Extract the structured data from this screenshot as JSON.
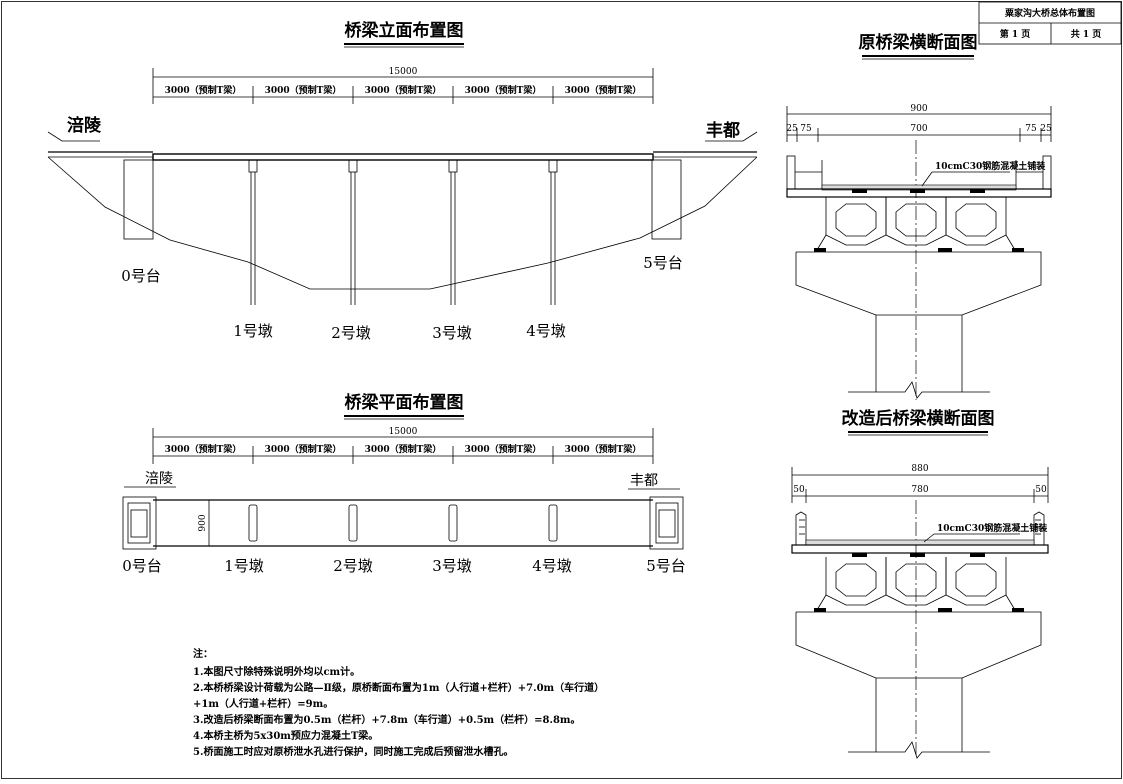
{
  "title_block": {
    "drawing_title": "粟家沟大桥总体布置图",
    "page_no": "第 1 页",
    "page_total": "共 1 页"
  },
  "elevation": {
    "title": "桥梁立面布置图",
    "total_span": "15000",
    "span_label": "3000（预制T梁）",
    "left_place": "涪陵",
    "right_place": "丰都",
    "supports": [
      "0号台",
      "1号墩",
      "2号墩",
      "3号墩",
      "4号墩",
      "5号台"
    ]
  },
  "plan": {
    "title": "桥梁平面布置图",
    "total_span": "15000",
    "span_label": "3000（预制T梁）",
    "left_place": "涪陵",
    "right_place": "丰都",
    "width_label": "900",
    "supports": [
      "0号台",
      "1号墩",
      "2号墩",
      "3号墩",
      "4号墩",
      "5号台"
    ]
  },
  "original_section": {
    "title": "原桥梁横断面图",
    "total_width": "900",
    "dims": [
      "25",
      "75",
      "700",
      "75",
      "25"
    ],
    "pavement_note": "10cmC30钢筋混凝土铺装"
  },
  "modified_section": {
    "title": "改造后桥梁横断面图",
    "total_width": "880",
    "dims": [
      "50",
      "780",
      "50"
    ],
    "pavement_note": "10cmC30钢筋混凝土铺装"
  },
  "notes": {
    "heading": "注：",
    "lines": [
      "1.本图尺寸除特殊说明外均以cm计。",
      "2.本桥桥梁设计荷载为公路—Ⅱ级，原桥断面布置为1m（人行道+栏杆）+7.0m（车行道）",
      "+1m（人行道+栏杆）=9m。",
      "3.改造后桥梁断面布置为0.5m（栏杆）+7.8m（车行道）+0.5m（栏杆）=8.8m。",
      "4.本桥主桥为5x30m预应力混凝土T梁。",
      "5.桥面施工时应对原桥泄水孔进行保护，同时施工完成后预留泄水槽孔。"
    ]
  }
}
